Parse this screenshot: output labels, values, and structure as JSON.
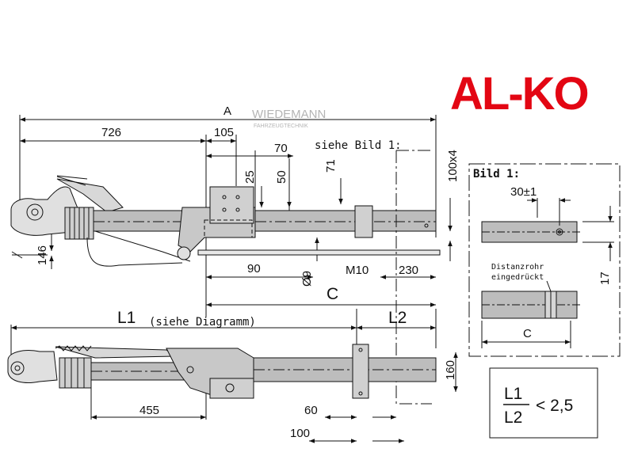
{
  "brand": {
    "logo_text": "AL-KO",
    "logo_color": "#e30613"
  },
  "watermark": {
    "line1": "WIEDEMANN",
    "line2": "FAHRZEUGTECHNIK"
  },
  "top_view": {
    "A": "A",
    "d726": "726",
    "d105": "105",
    "d70": "70",
    "d25": "25",
    "d50": "50",
    "d71": "71",
    "d146": "146",
    "d90": "90",
    "d9": "Ø9",
    "m10": "M10",
    "d230": "230",
    "C": "C",
    "d100x4": "100x4",
    "see_fig": "siehe Bild 1:"
  },
  "bottom_view": {
    "L1": "L1",
    "L1_note": "(siehe Diagramm)",
    "L2": "L2",
    "d160": "160",
    "d455": "455",
    "d60": "60",
    "d100": "100"
  },
  "detail": {
    "title": "Bild 1:",
    "d30": "30±1",
    "d17": "17",
    "spacer_line1": "Distanzrohr",
    "spacer_line2": "eingedrückt",
    "C": "C"
  },
  "formula": {
    "num": "L1",
    "den": "L2",
    "rel": "< 2,5"
  },
  "colors": {
    "line": "#111111",
    "tube": "#bdbdbd",
    "tube_dark": "#9e9e9e"
  }
}
